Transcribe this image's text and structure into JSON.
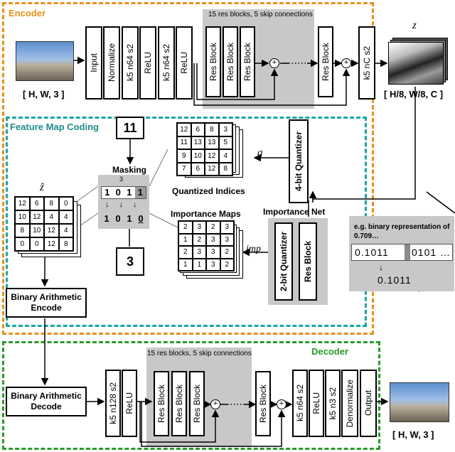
{
  "encoder": {
    "title": "Encoder",
    "input_label": "[ H, W, 3 ]",
    "blocks": [
      "Input",
      "Normalize",
      "k5 n64 s2",
      "ReLU",
      "k5 n64 s2",
      "ReLU"
    ],
    "res_note": "15 res blocks, 5 skip connections",
    "res_blocks": [
      "Res Block",
      "Res Block",
      "Res Block"
    ],
    "last_res": "Res Block",
    "final_conv": "k5 nC s2",
    "z_label": "z",
    "z_shape": "[ H/8, W/8, C ]"
  },
  "fmc": {
    "title": "Feature Map Coding",
    "mask_value": "11",
    "masking_label": "Masking",
    "mask_scale": "3",
    "mask_bits": [
      "1",
      "0",
      "1",
      "1"
    ],
    "mask_out": [
      "1",
      "0",
      "1",
      "0"
    ],
    "zhat_label": "ẑ",
    "zhat_grid": [
      "12",
      "6",
      "8",
      "0",
      "10",
      "12",
      "4",
      "4",
      "8",
      "10",
      "12",
      "4",
      "0",
      "0",
      "12",
      "8"
    ],
    "q_grid": [
      "12",
      "6",
      "8",
      "3",
      "11",
      "13",
      "13",
      "5",
      "9",
      "10",
      "12",
      "4",
      "7",
      "6",
      "12",
      "8"
    ],
    "q_caption": "Quantized Indices",
    "q_label": "q",
    "imp_grid": [
      "2",
      "3",
      "2",
      "3",
      "1",
      "2",
      "3",
      "3",
      "2",
      "3",
      "3",
      "2",
      "1",
      "1",
      "3",
      "2"
    ],
    "imp_caption": "Importance Maps",
    "imp_label": "imp",
    "imp_value": "3",
    "imp_net_label": "Importance Net",
    "imp_quant": "2-bit Quantizer",
    "imp_res": "Res Block",
    "quant4": "4-bit Quantizer",
    "bin_note": "e.g. binary representation of 0.709…",
    "bin_full_a": "0.1011",
    "bin_full_b": "0101 …",
    "bin_arrow": "↓",
    "bin_trunc": "0.1011",
    "bae": "Binary Arithmetic Encode"
  },
  "decoder": {
    "title": "Decoder",
    "bad": "Binary Arithmetic Decode",
    "first": [
      "k5 n128 s2",
      "ReLU"
    ],
    "res_note": "15 res blocks, 5 skip connections",
    "res_blocks": [
      "Res Block",
      "Res Block",
      "Res Block"
    ],
    "last_res": "Res Block",
    "tail": [
      "k5 n64 s2",
      "ReLU",
      "k5 n3 s2",
      "Denormalize",
      "Output"
    ],
    "output_label": "[ H, W, 3 ]"
  },
  "colors": {
    "encoder_frame": "#e8901c",
    "fmc_frame": "#1aa7a0",
    "decoder_frame": "#2a9a2a",
    "title_orange": "#e8901c",
    "title_teal": "#1f8b8b",
    "title_green": "#2a9a2a"
  }
}
